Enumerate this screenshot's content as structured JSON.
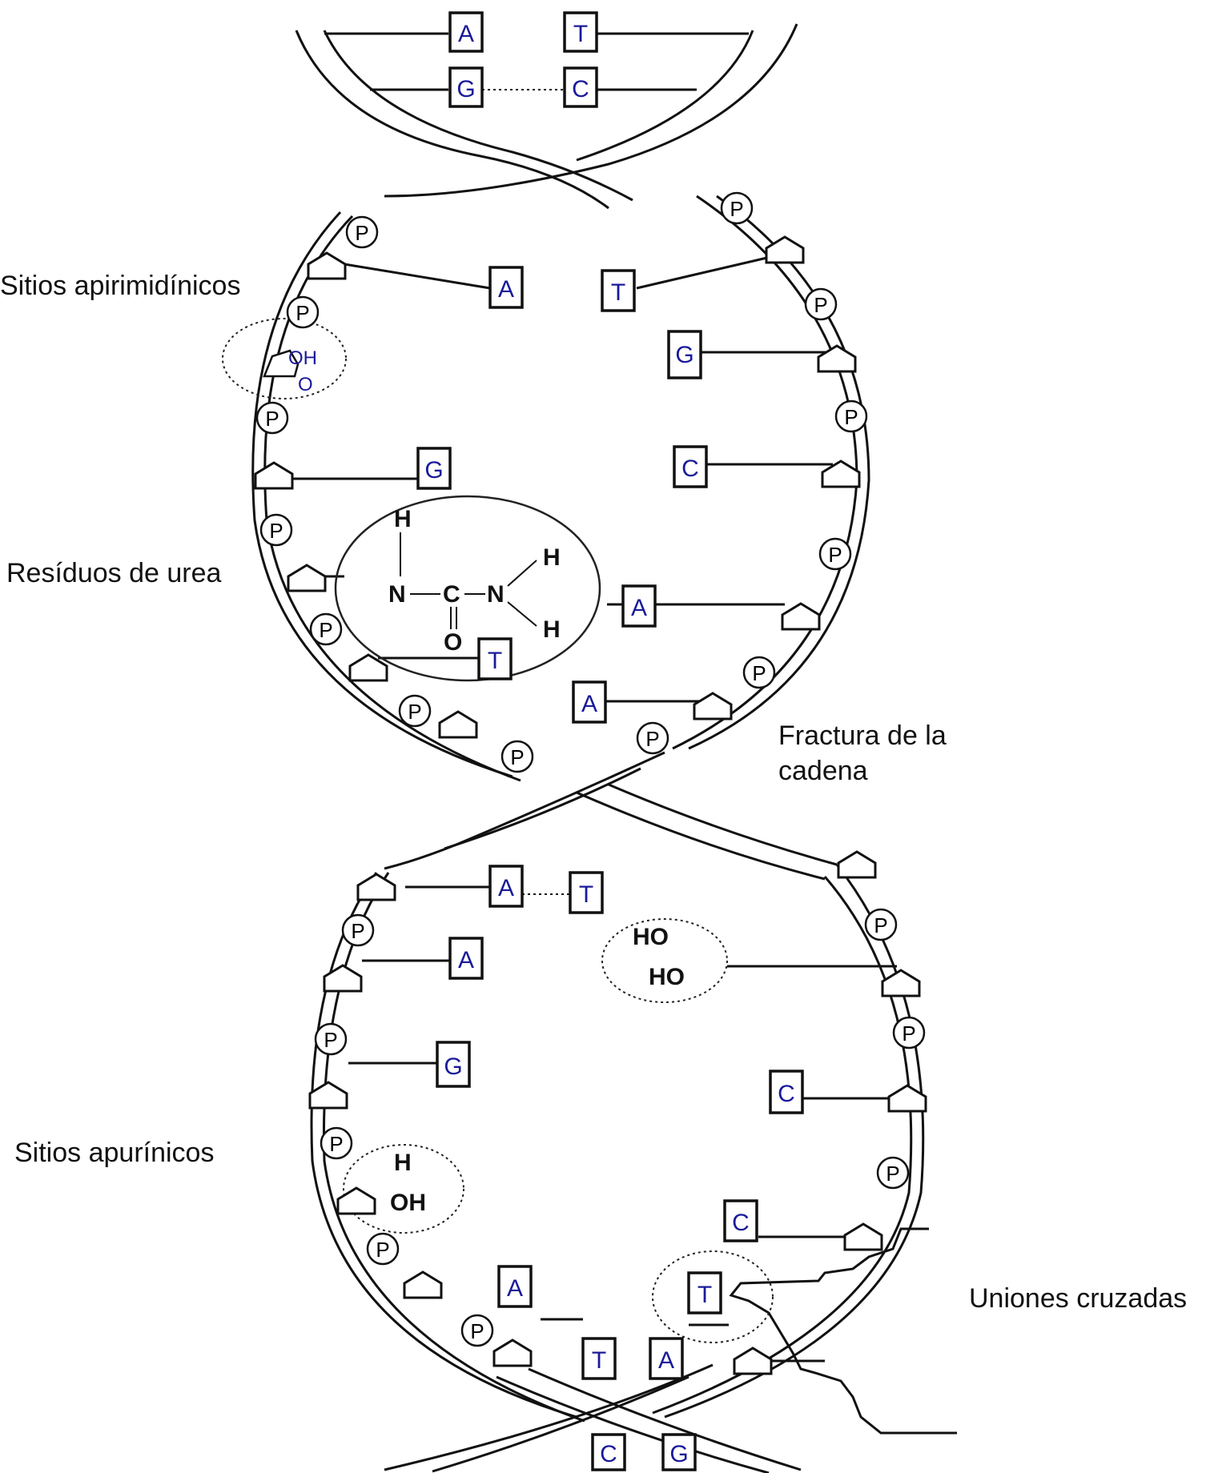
{
  "labels": {
    "apyrimidinic": "Sitios apirimidínicos",
    "urea": "Resíduos de urea",
    "break_line1": "Fractura de la",
    "break_line2": "cadena",
    "apurinic": "Sitios apurínicos",
    "crosslinks": "Uniones cruzadas"
  },
  "phosphate_letter": "P",
  "bases": {
    "top_pair_a": "A",
    "top_pair_t": "T",
    "top_pair_g": "G",
    "top_pair_c": "C",
    "upper_a1": "A",
    "upper_t1": "T",
    "upper_g1": "G",
    "upper_g2": "G",
    "upper_c1": "C",
    "upper_a2": "A",
    "upper_t_urea": "T",
    "upper_a3": "A",
    "lower_a1": "A",
    "lower_t1": "T",
    "lower_a2": "A",
    "lower_g1": "G",
    "lower_c1": "C",
    "lower_c2": "C",
    "lower_a3": "A",
    "lower_t2": "T",
    "lower_t3": "T",
    "lower_a4": "A",
    "bottom_c": "C",
    "bottom_g": "G"
  },
  "chem": {
    "oh": "OH",
    "o": "O",
    "urea_h_top": "H",
    "urea_n_left": "N",
    "urea_c": "C",
    "urea_n_right": "N",
    "urea_h_right_top": "H",
    "urea_h_right_bottom": "H",
    "urea_o": "O",
    "ho_top": "HO",
    "ho_bottom": "HO",
    "h_apurinic": "H",
    "oh_apurinic": "OH"
  },
  "colors": {
    "base_text": "#1a1a99",
    "line": "#111111"
  }
}
